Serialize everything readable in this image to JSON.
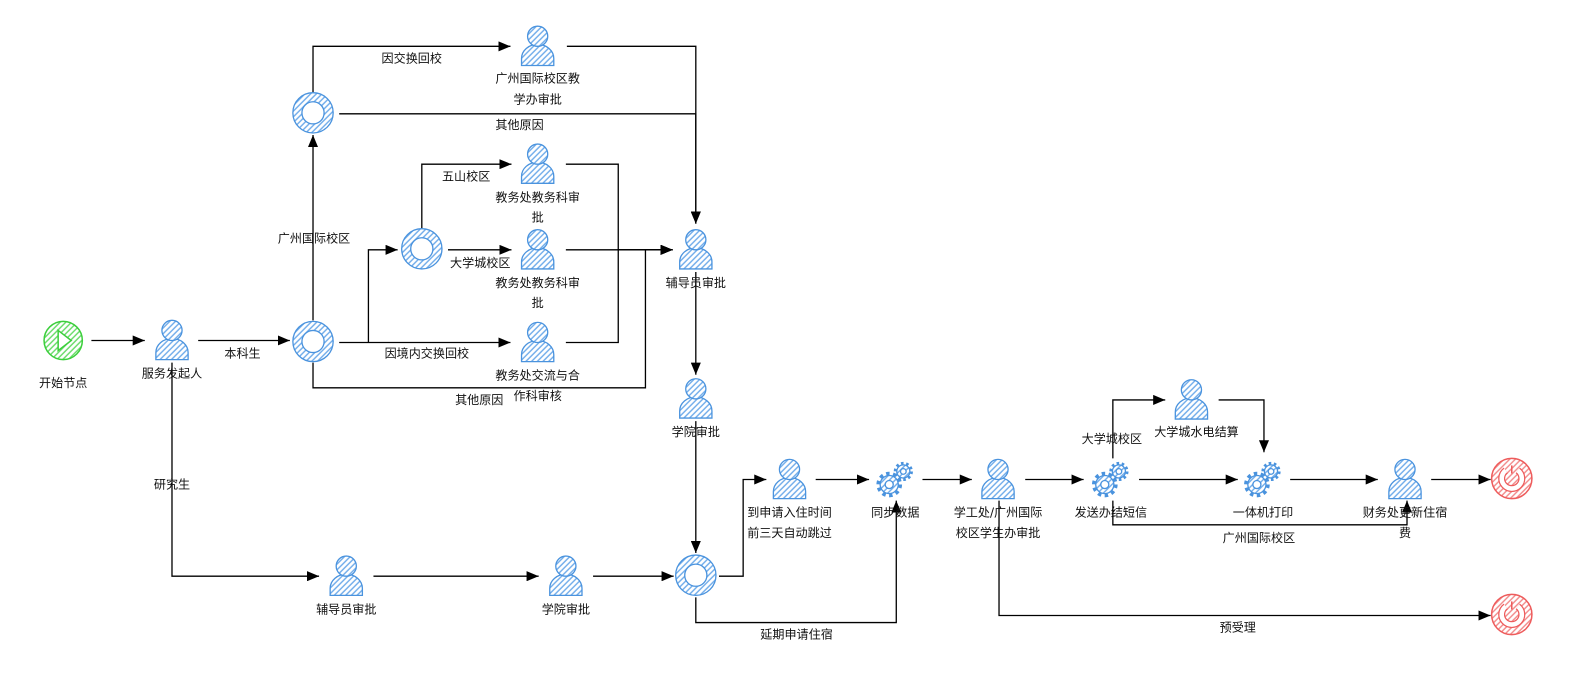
{
  "diagram": {
    "kind": "approval-workflow",
    "nodes": {
      "start": {
        "type": "start-event",
        "label": [
          "开始节点"
        ]
      },
      "initiator": {
        "type": "user-task",
        "label": [
          "服务发起人"
        ]
      },
      "gw_undergrad": {
        "type": "gateway"
      },
      "gw_gzic": {
        "type": "gateway"
      },
      "gzic_office": {
        "type": "user-task",
        "label": [
          "广州国际校区教",
          "学办审批"
        ]
      },
      "gw_campus": {
        "type": "gateway"
      },
      "wushan_approval": {
        "type": "user-task",
        "label": [
          "教务处教务科审",
          "批"
        ]
      },
      "dxc_approval": {
        "type": "user-task",
        "label": [
          "教务处教务科审",
          "批"
        ]
      },
      "exchange_review": {
        "type": "user-task",
        "label": [
          "教务处交流与合",
          "作科审核"
        ]
      },
      "counselor_ug": {
        "type": "user-task",
        "label": [
          "辅导员审批"
        ]
      },
      "college_ug": {
        "type": "user-task",
        "label": [
          "学院审批"
        ]
      },
      "gw_merge": {
        "type": "gateway"
      },
      "counselor_grad": {
        "type": "user-task",
        "label": [
          "辅导员审批"
        ]
      },
      "college_grad": {
        "type": "user-task",
        "label": [
          "学院审批"
        ]
      },
      "auto_skip": {
        "type": "user-task",
        "label": [
          "到申请入住时间",
          "前三天自动跳过"
        ]
      },
      "sync_data": {
        "type": "service-task",
        "label": [
          "同步数据"
        ]
      },
      "student_office": {
        "type": "user-task",
        "label": [
          "学工处/广州国际",
          "校区学生办审批"
        ]
      },
      "send_sms": {
        "type": "service-task",
        "label": [
          "发送办结短信"
        ]
      },
      "dxc_utilities": {
        "type": "user-task",
        "label": [
          "大学城水电结算"
        ]
      },
      "kiosk_print": {
        "type": "service-task",
        "label": [
          "一体机打印"
        ]
      },
      "finance_update": {
        "type": "user-task",
        "label": [
          "财务处更新住宿",
          "费"
        ]
      },
      "end_main": {
        "type": "end-event"
      },
      "end_pre": {
        "type": "end-event"
      }
    },
    "edges": {
      "undergrad": "本科生",
      "grad": "研究生",
      "gzic_campus": "广州国际校区",
      "exchange_return": "因交换回校",
      "gzic_other": "其他原因",
      "domestic_exchange": "因境内交换回校",
      "wushan": "五山校区",
      "dxc": "大学城校区",
      "ug_other": "其他原因",
      "delay": "延期申请住宿",
      "pre_accept": "预受理",
      "sms_dxc": "大学城校区",
      "sms_gzic": "广州国际校区"
    }
  },
  "icons": {
    "user_task": "person-icon",
    "service_task": "gears-icon",
    "gateway": "ring-gateway-icon",
    "start": "play-circle-icon",
    "end": "power-circle-icon"
  },
  "colors": {
    "task": "#4a93de",
    "task_hatch": "#6fabea",
    "start": "#3ccf3c",
    "start_hatch": "#66db66",
    "end": "#ee5c5c",
    "end_hatch": "#f28a8a",
    "edge": "#000000"
  }
}
